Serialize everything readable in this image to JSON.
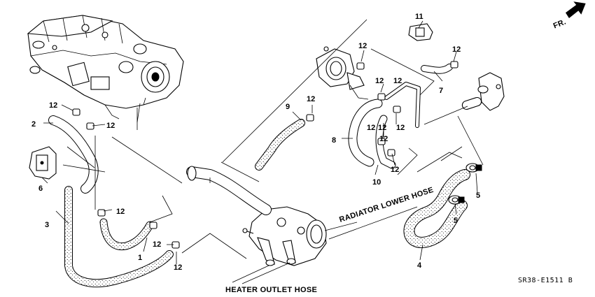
{
  "direction_label": "FR.",
  "captions": {
    "radiator_lower_hose": "RADIATOR  LOWER HOSE",
    "heater_outlet_hose": "HEATER OUTLET HOSE"
  },
  "diagram_code": "SR38-E1511 B",
  "callouts": [
    "1",
    "2",
    "3",
    "4",
    "5",
    "5",
    "6",
    "7",
    "8",
    "9",
    "10",
    "11",
    "12",
    "12",
    "12",
    "12",
    "12",
    "12",
    "12",
    "12",
    "12",
    "12",
    "12",
    "12",
    "12",
    "12",
    "12"
  ]
}
